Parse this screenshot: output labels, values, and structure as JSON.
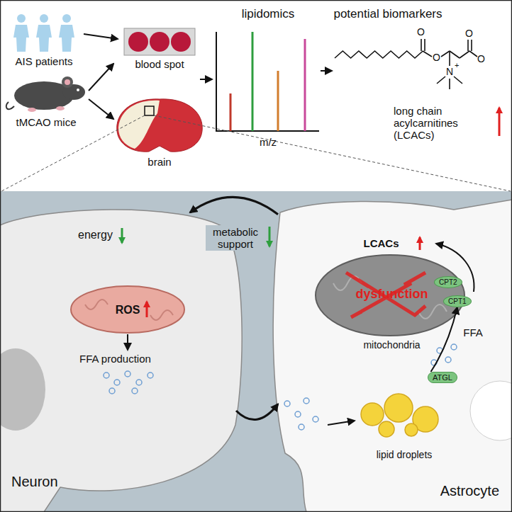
{
  "diagram": {
    "nodes": [
      {
        "text": [
          "Neuron"
        ]
      },
      {
        "text": [
          "ROS"
        ],
        "in": 0
      },
      {
        "text": [
          "Astrocyte"
        ]
      },
      {
        "text": [
          "LCACs",
          "dysfunction",
          "mitochondria"
        ],
        "in": 2
      },
      {
        "text": [
          "CPT2"
        ],
        "in": 3
      },
      {
        "text": [
          "CPT1"
        ],
        "in": 3
      },
      {
        "text": [
          "ATGL",
          "lipid droplets"
        ],
        "in": 2
      }
    ],
    "edges": [
      {
        "from": 0,
        "to": 2,
        "arrow": "to"
      },
      {
        "from": 2,
        "to": 0,
        "arrow": "to",
        "label": "metabolic support"
      },
      {
        "from": 6,
        "to": 5,
        "arrow": "to",
        "label": "FFA"
      }
    ],
    "labels": [
      "AIS patients",
      "tMCAO mice",
      "blood spot",
      "brain",
      "lipidomics",
      "m/z",
      "potential biomarkers",
      "O",
      "O",
      "N",
      "+",
      "O",
      "O",
      "long chain acylcarnitines (LCACs)",
      "energy",
      "FFA production"
    ]
  }
}
